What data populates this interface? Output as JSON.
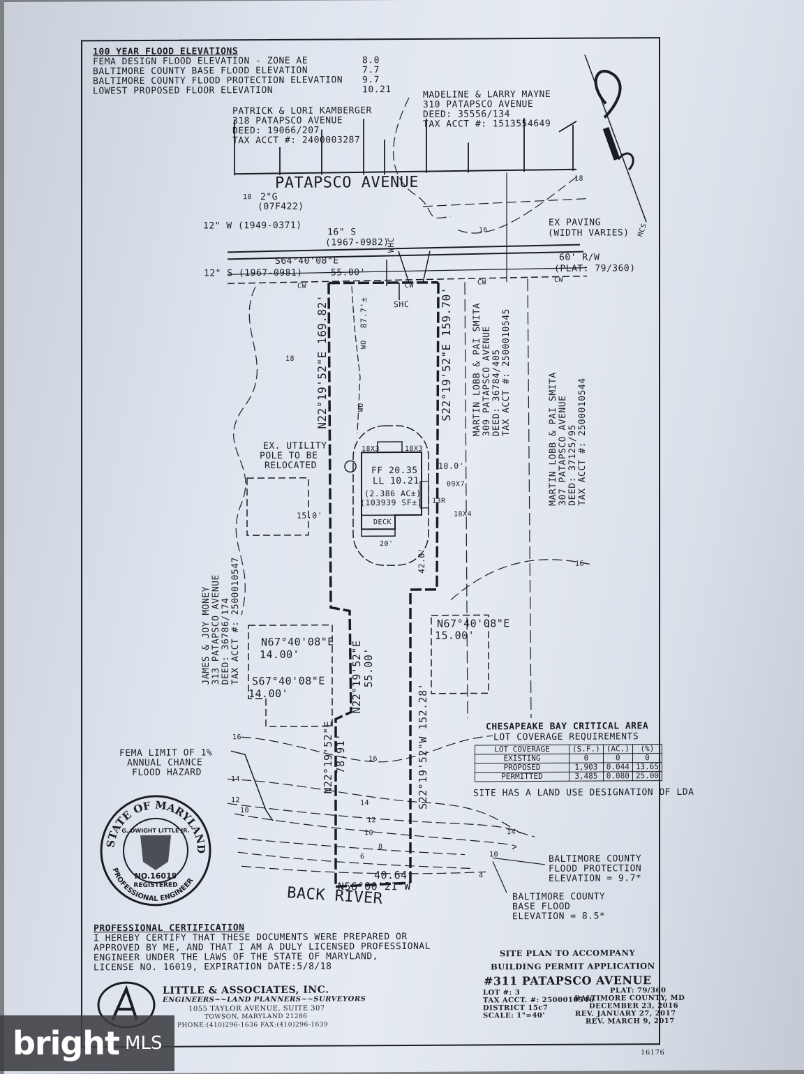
{
  "flood": {
    "title": "100 YEAR FLOOD ELEVATIONS",
    "rows": [
      {
        "label": "FEMA DESIGN FLOOD ELEVATION - ZONE AE",
        "value": "8.0"
      },
      {
        "label": "BALTIMORE COUNTY BASE FLOOD ELEVATION",
        "value": "7.7"
      },
      {
        "label": "BALTIMORE COUNTY FLOOD PROTECTION ELEVATION",
        "value": "9.7"
      },
      {
        "label": "LOWEST PROPOSED FLOOR ELEVATION",
        "value": "10.21"
      }
    ]
  },
  "owners": {
    "kamberger": [
      "PATRICK & LORI KAMBERGER",
      "318 PATAPSCO AVENUE",
      "DEED: 19066/207",
      "TAX ACCT #: 2400003287"
    ],
    "mayne": [
      "MADELINE & LARRY MAYNE",
      "310 PATAPSCO AVENUE",
      "DEED: 35556/134",
      "TAX ACCT #: 1513554649"
    ],
    "money": [
      "JAMES & JOY MONEY",
      "313 PATAPSCO AVENUE",
      "DEED: 36786/174",
      "TAX ACCT #: 2500010547"
    ],
    "lobb309": [
      "MARTIN LOBB & PAI SMITA",
      "309 PATAPSCO AVENUE",
      "DEED: 36784/405",
      "TAX ACCT #: 2500010545"
    ],
    "lobb307": [
      "MARTIN LOBB & PAI SMITA",
      "307 PATAPSCO AVENUE",
      "DEED: 37125/95",
      "TAX ACCT #: 2500010544"
    ]
  },
  "plan": {
    "street": "PATAPSCO AVENUE",
    "river": "BACK RIVER",
    "gas": "2\"G",
    "gas_ref": "(07F422)",
    "w12": "12\" W (1949-0371)",
    "s16": "16\" S",
    "s16_ref": "(1967-0982)",
    "s12": "12\" S (1967-0981)",
    "front_bearing": "S64°40'08\"E",
    "front_dist": "55.00'",
    "ex_paving": "EX PAVING",
    "width_varies": "(WIDTH VARIES)",
    "rw": "60' R/W",
    "plat": "(PLAT: 79/360)",
    "whc": "WHC",
    "shc": "SHC",
    "cw": "CW",
    "wo": "WO",
    "contour_18": "18",
    "contour_16": "16",
    "contour_14": "14",
    "contour_12": "12",
    "contour_10": "10",
    "contour_8": "8",
    "contour_6": "6",
    "contour_4": "4",
    "west_line": "N22°19'52\"E 169.82'",
    "east_line": "S22°19'52\"E 159.70'",
    "dim_87": "87.7'±",
    "pole": [
      "EX. UTILITY",
      "POLE TO BE",
      "RELOCATED"
    ],
    "ff": "FF 20.35",
    "ll": "LL 10.21",
    "area_ac": "(2.386 AC±)",
    "area_sf": "(103939 SF±)",
    "deck": "DECK",
    "d18x3a": "18X3",
    "d18x3b": "18X3",
    "d10": "10.0'",
    "d09x7": "09X7",
    "d13r": "13R",
    "d18x4": "18X4",
    "d15": "15.0'",
    "d20": "20'",
    "d42": "42.0'",
    "n67_15_b": "N67°40'08\"E",
    "n67_15_d": "15.00'",
    "n67_14_b": "N67°40'08\"E",
    "n67_14_d": "14.00'",
    "s67_14_b": "S67°40'08\"E",
    "s67_14_d": "14.00'",
    "n22_55": "N22°19'52\"E",
    "d55": "55.00'",
    "n22_78": "N22°19'52\"E",
    "d78": "78.91'",
    "s22_152": "S22°19'52\"W 152.28'",
    "rear_dist": "40.64'",
    "rear_bearing": "N56°00'21\"W",
    "fema_limit": [
      "FEMA LIMIT OF 1%",
      "ANNUAL CHANCE",
      "FLOOD HAZARD"
    ],
    "bc_fpe": [
      "BALTIMORE COUNTY",
      "FLOOD PROTECTION",
      "ELEVATION = 9.7*"
    ],
    "bc_bfe": [
      "BALTIMORE COUNTY",
      "BASE FLOOD",
      "ELEVATION = 8.5*"
    ],
    "north": "MCS"
  },
  "coverage": {
    "title": "CHESAPEAKE BAY CRITICAL AREA",
    "subtitle": "LOT COVERAGE REQUIREMENTS",
    "headers": [
      "LOT COVERAGE",
      "(S.F.)",
      "(AC.)",
      "(%)"
    ],
    "rows": [
      [
        "EXISTING",
        "0",
        "0",
        "0"
      ],
      [
        "PROPOSED",
        "1,903",
        "0.044",
        "13.65"
      ],
      [
        "PERMITTED",
        "3,485",
        "0.080",
        "25.00"
      ]
    ],
    "note": "SITE HAS A LAND USE DESIGNATION OF LDA"
  },
  "stamp": {
    "top": "STATE OF MARYLAND",
    "name": "G. DWIGHT LITTLE JR.",
    "number": "NO.16019",
    "registered": "REGISTERED",
    "bottom": "PROFESSIONAL ENGINEER"
  },
  "cert": {
    "title": "PROFESSIONAL CERTIFICATION",
    "lines": [
      "I HEREBY CERTIFY THAT THESE DOCUMENTS WERE PREPARED OR",
      "APPROVED BY ME, AND THAT I AM A DULY LICENSED PROFESSIONAL",
      "ENGINEER UNDER THE LAWS OF THE STATE OF MARYLAND,",
      "LICENSE NO. 16019, EXPIRATION DATE:5/8/18"
    ]
  },
  "firm": {
    "name": "LITTLE & ASSOCIATES, INC.",
    "services": "ENGINEERS~~LAND PLANNERS~~SURVEYORS",
    "address1": "1055 TAYLOR AVENUE, SUITE 307",
    "address2": "TOWSON, MARYLAND 21286",
    "phone": "PHONE:(410)296-1636 FAX:(410)296-1639"
  },
  "title_block": {
    "line1": "SITE PLAN TO ACCOMPANY",
    "line2": "BUILDING PERMIT APPLICATION",
    "address": "#311 PATAPSCO AVENUE",
    "left": [
      "LOT #: 3",
      "TAX ACCT. #: 2500010546",
      "DISTRICT 15c7",
      "SCALE: 1\"=40'"
    ],
    "right": [
      "PLAT: 79/360",
      "BALTIMORE COUNTY, MD",
      "DECEMBER 23, 2016",
      "REV. JANUARY 27, 2017",
      "REV. MARCH 9, 2017"
    ],
    "sheet_no": "16176"
  },
  "watermark": {
    "brand": "bright",
    "suffix": "MLS"
  }
}
